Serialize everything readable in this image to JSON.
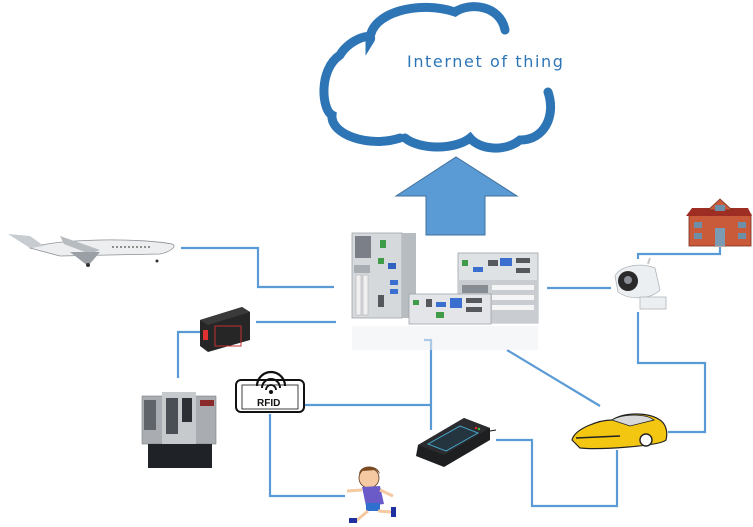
{
  "diagram": {
    "cloud": {
      "label": "Internet of thing",
      "color": "#2e75b6"
    },
    "arrow": {
      "direction": "up",
      "fill": "#5b9bd5",
      "stroke": "#41719c"
    },
    "hub": {
      "name": "Embedded industrial computers"
    },
    "connector_color": "#5b9bd5",
    "nodes": [
      {
        "id": "airplane",
        "name": "Airplane"
      },
      {
        "id": "sensor",
        "name": "Sensor module"
      },
      {
        "id": "cnc",
        "name": "CNC machine"
      },
      {
        "id": "rfid",
        "name": "RFID tag",
        "label": "RFID"
      },
      {
        "id": "card-reader",
        "name": "Card reader"
      },
      {
        "id": "child",
        "name": "Running child"
      },
      {
        "id": "car",
        "name": "Car"
      },
      {
        "id": "camera",
        "name": "Security camera"
      },
      {
        "id": "house",
        "name": "Building"
      }
    ]
  }
}
